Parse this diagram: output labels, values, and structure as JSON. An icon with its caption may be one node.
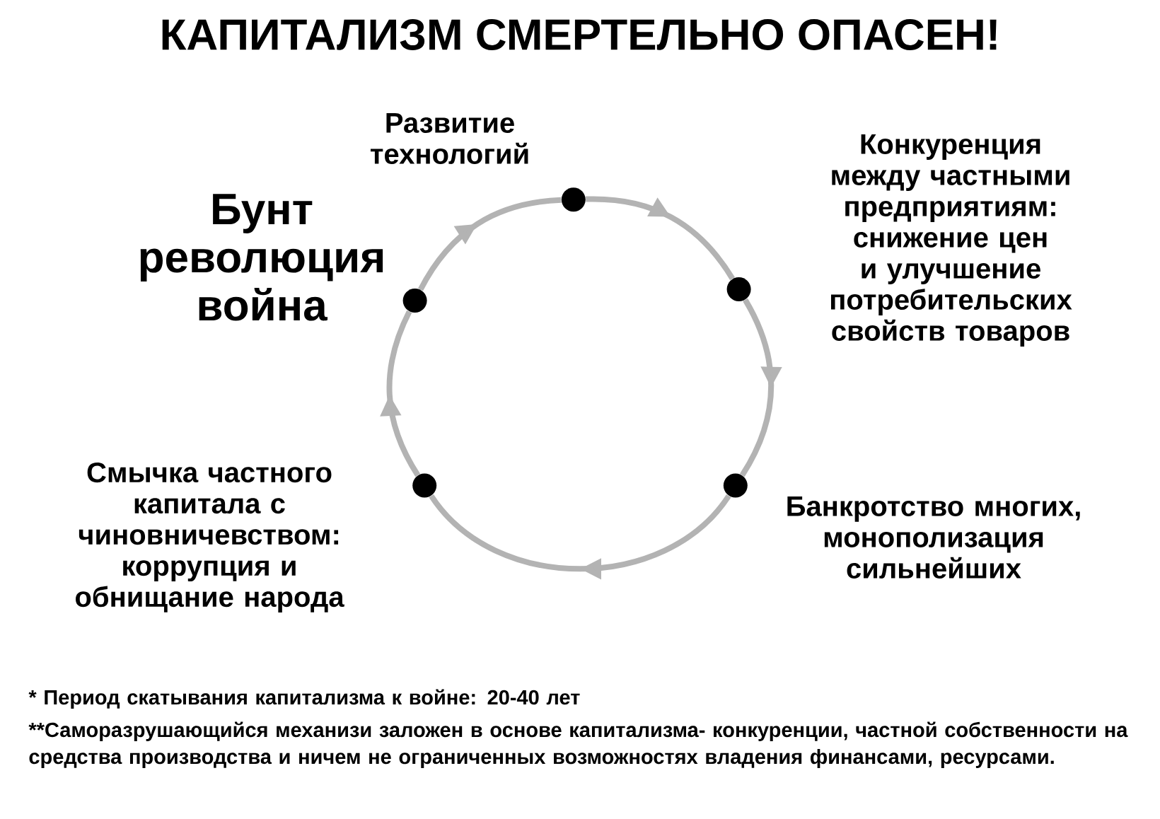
{
  "diagram": {
    "title": "КАПИТАЛИЗМ СМЕРТЕЛЬНО ОПАСЕН!",
    "nodes": [
      {
        "text": [],
        "shape": "circle",
        "beside": [
          "Развитие технологий"
        ]
      },
      {
        "text": [],
        "shape": "circle",
        "beside": [
          "Конкуренция между частными предприятиям: снижение цен и улучшение потребительских свойств товаров"
        ]
      },
      {
        "text": [],
        "shape": "circle",
        "beside": [
          "Банкротство многих, монополизация сильнейших"
        ]
      },
      {
        "text": [],
        "shape": "circle",
        "beside": [
          "Смычка частного капитала с чиновничевством: коррупция и обнищание народа"
        ]
      },
      {
        "text": [],
        "shape": "circle",
        "beside": [
          "Бунт революция война"
        ]
      }
    ],
    "edges": [
      {
        "from": 0,
        "to": 1,
        "arrow": "to"
      },
      {
        "from": 1,
        "to": 2,
        "arrow": "to"
      },
      {
        "from": 2,
        "to": 3,
        "arrow": "to"
      },
      {
        "from": 3,
        "to": 4,
        "arrow": "to"
      },
      {
        "from": 4,
        "to": 0,
        "arrow": "to"
      }
    ],
    "labels": [
      "*  Период скатывания капитализма к войне: 20-40 лет",
      "**Саморазрушающийся механизи заложен в основе капитализма- конкуренции, частной собственности на средства производства и ничем не ограниченных возможностях владения финансами, ресурсами."
    ]
  }
}
